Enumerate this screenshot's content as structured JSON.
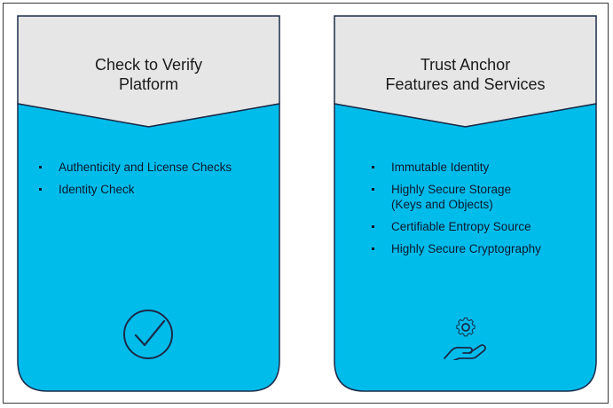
{
  "colors": {
    "header": "#e6e6e6",
    "body": "#00bceb",
    "outline": "#1a2b49"
  },
  "cards": [
    {
      "title": "Check to Verify\nPlatform",
      "bullets": [
        "Authenticity and License Checks",
        "Identity Check"
      ],
      "icon": "checkmark-circle-icon"
    },
    {
      "title": "Trust Anchor\nFeatures and Services",
      "bullets": [
        "Immutable Identity",
        "Highly Secure Storage\n(Keys and Objects)",
        "Certifiable Entropy Source",
        "Highly Secure Cryptography"
      ],
      "icon": "gear-in-hand-icon"
    }
  ]
}
